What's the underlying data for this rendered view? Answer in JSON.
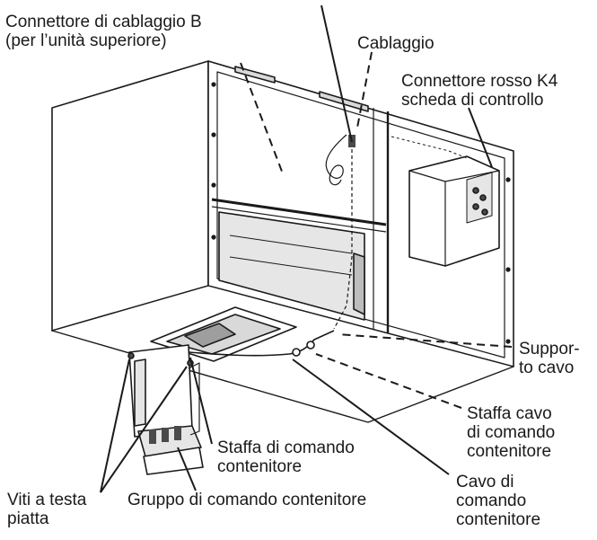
{
  "labels": {
    "connector_b": [
      "Connettore di cablaggio B",
      "(per l’unità superiore)"
    ],
    "wiring": [
      "Cablaggio"
    ],
    "red_connector": [
      "Connettore rosso K4",
      "scheda di controllo"
    ],
    "cable_support": [
      "Suppor-",
      "to cavo"
    ],
    "cable_bracket": [
      "Staffa cavo",
      "di comando",
      "contenitore"
    ],
    "control_bracket": [
      "Staffa di comando",
      "contenitore"
    ],
    "control_cable": [
      "Cavo di",
      "comando",
      "contenitore"
    ],
    "flat_screws": [
      "Viti a testa",
      "piatta"
    ],
    "control_group": [
      "Gruppo di comando contenitore"
    ]
  },
  "colors": {
    "ink": "#1a1a1a",
    "panel": "#ffffff",
    "shade": "#d9d9d9",
    "dark": "#4a4a4a"
  }
}
